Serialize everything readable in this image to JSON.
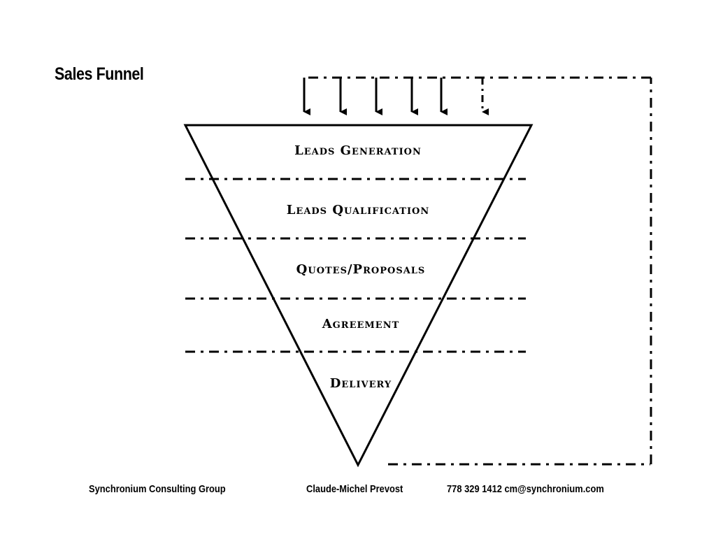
{
  "page": {
    "title": "Sales Funnel"
  },
  "funnel": {
    "stages": [
      {
        "label": "Leads Generation"
      },
      {
        "label": "Leads Qualification"
      },
      {
        "label": "Quotes/Proposals"
      },
      {
        "label": "Agreement"
      },
      {
        "label": "Delivery"
      }
    ],
    "input_arrow_count": 6,
    "feedback_loop": true
  },
  "footer": {
    "company": "Synchronium Consulting Group",
    "person": "Claude-Michel Prevost",
    "contact": "778 329 1412 cm@synchronium.com"
  }
}
